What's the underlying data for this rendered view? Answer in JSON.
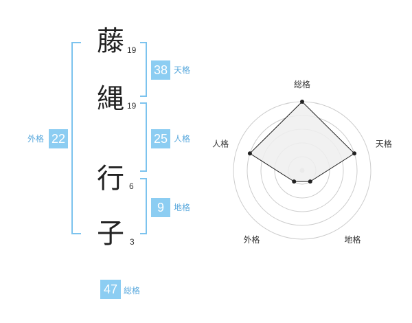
{
  "name_chars": [
    {
      "char": "藤",
      "strokes": "19"
    },
    {
      "char": "縄",
      "strokes": "19"
    },
    {
      "char": "行",
      "strokes": "6"
    },
    {
      "char": "子",
      "strokes": "3"
    }
  ],
  "kakusu": {
    "tenkaku": {
      "value": "38",
      "label": "天格"
    },
    "jinkaku": {
      "value": "25",
      "label": "人格"
    },
    "chikaku": {
      "value": "9",
      "label": "地格"
    },
    "gaikaku": {
      "value": "22",
      "label": "外格"
    },
    "soukaku": {
      "value": "47",
      "label": "総格"
    }
  },
  "radar": {
    "labels": [
      "総格",
      "天格",
      "地格",
      "外格",
      "人格"
    ],
    "values": [
      5,
      4,
      1,
      1,
      4
    ],
    "max": 5,
    "fill_color": "#eeeeee",
    "line_color": "#222222",
    "ring_color": "#cccccc"
  },
  "colors": {
    "accent": "#8ccdf2",
    "accent_text": "#5aa9dd"
  }
}
